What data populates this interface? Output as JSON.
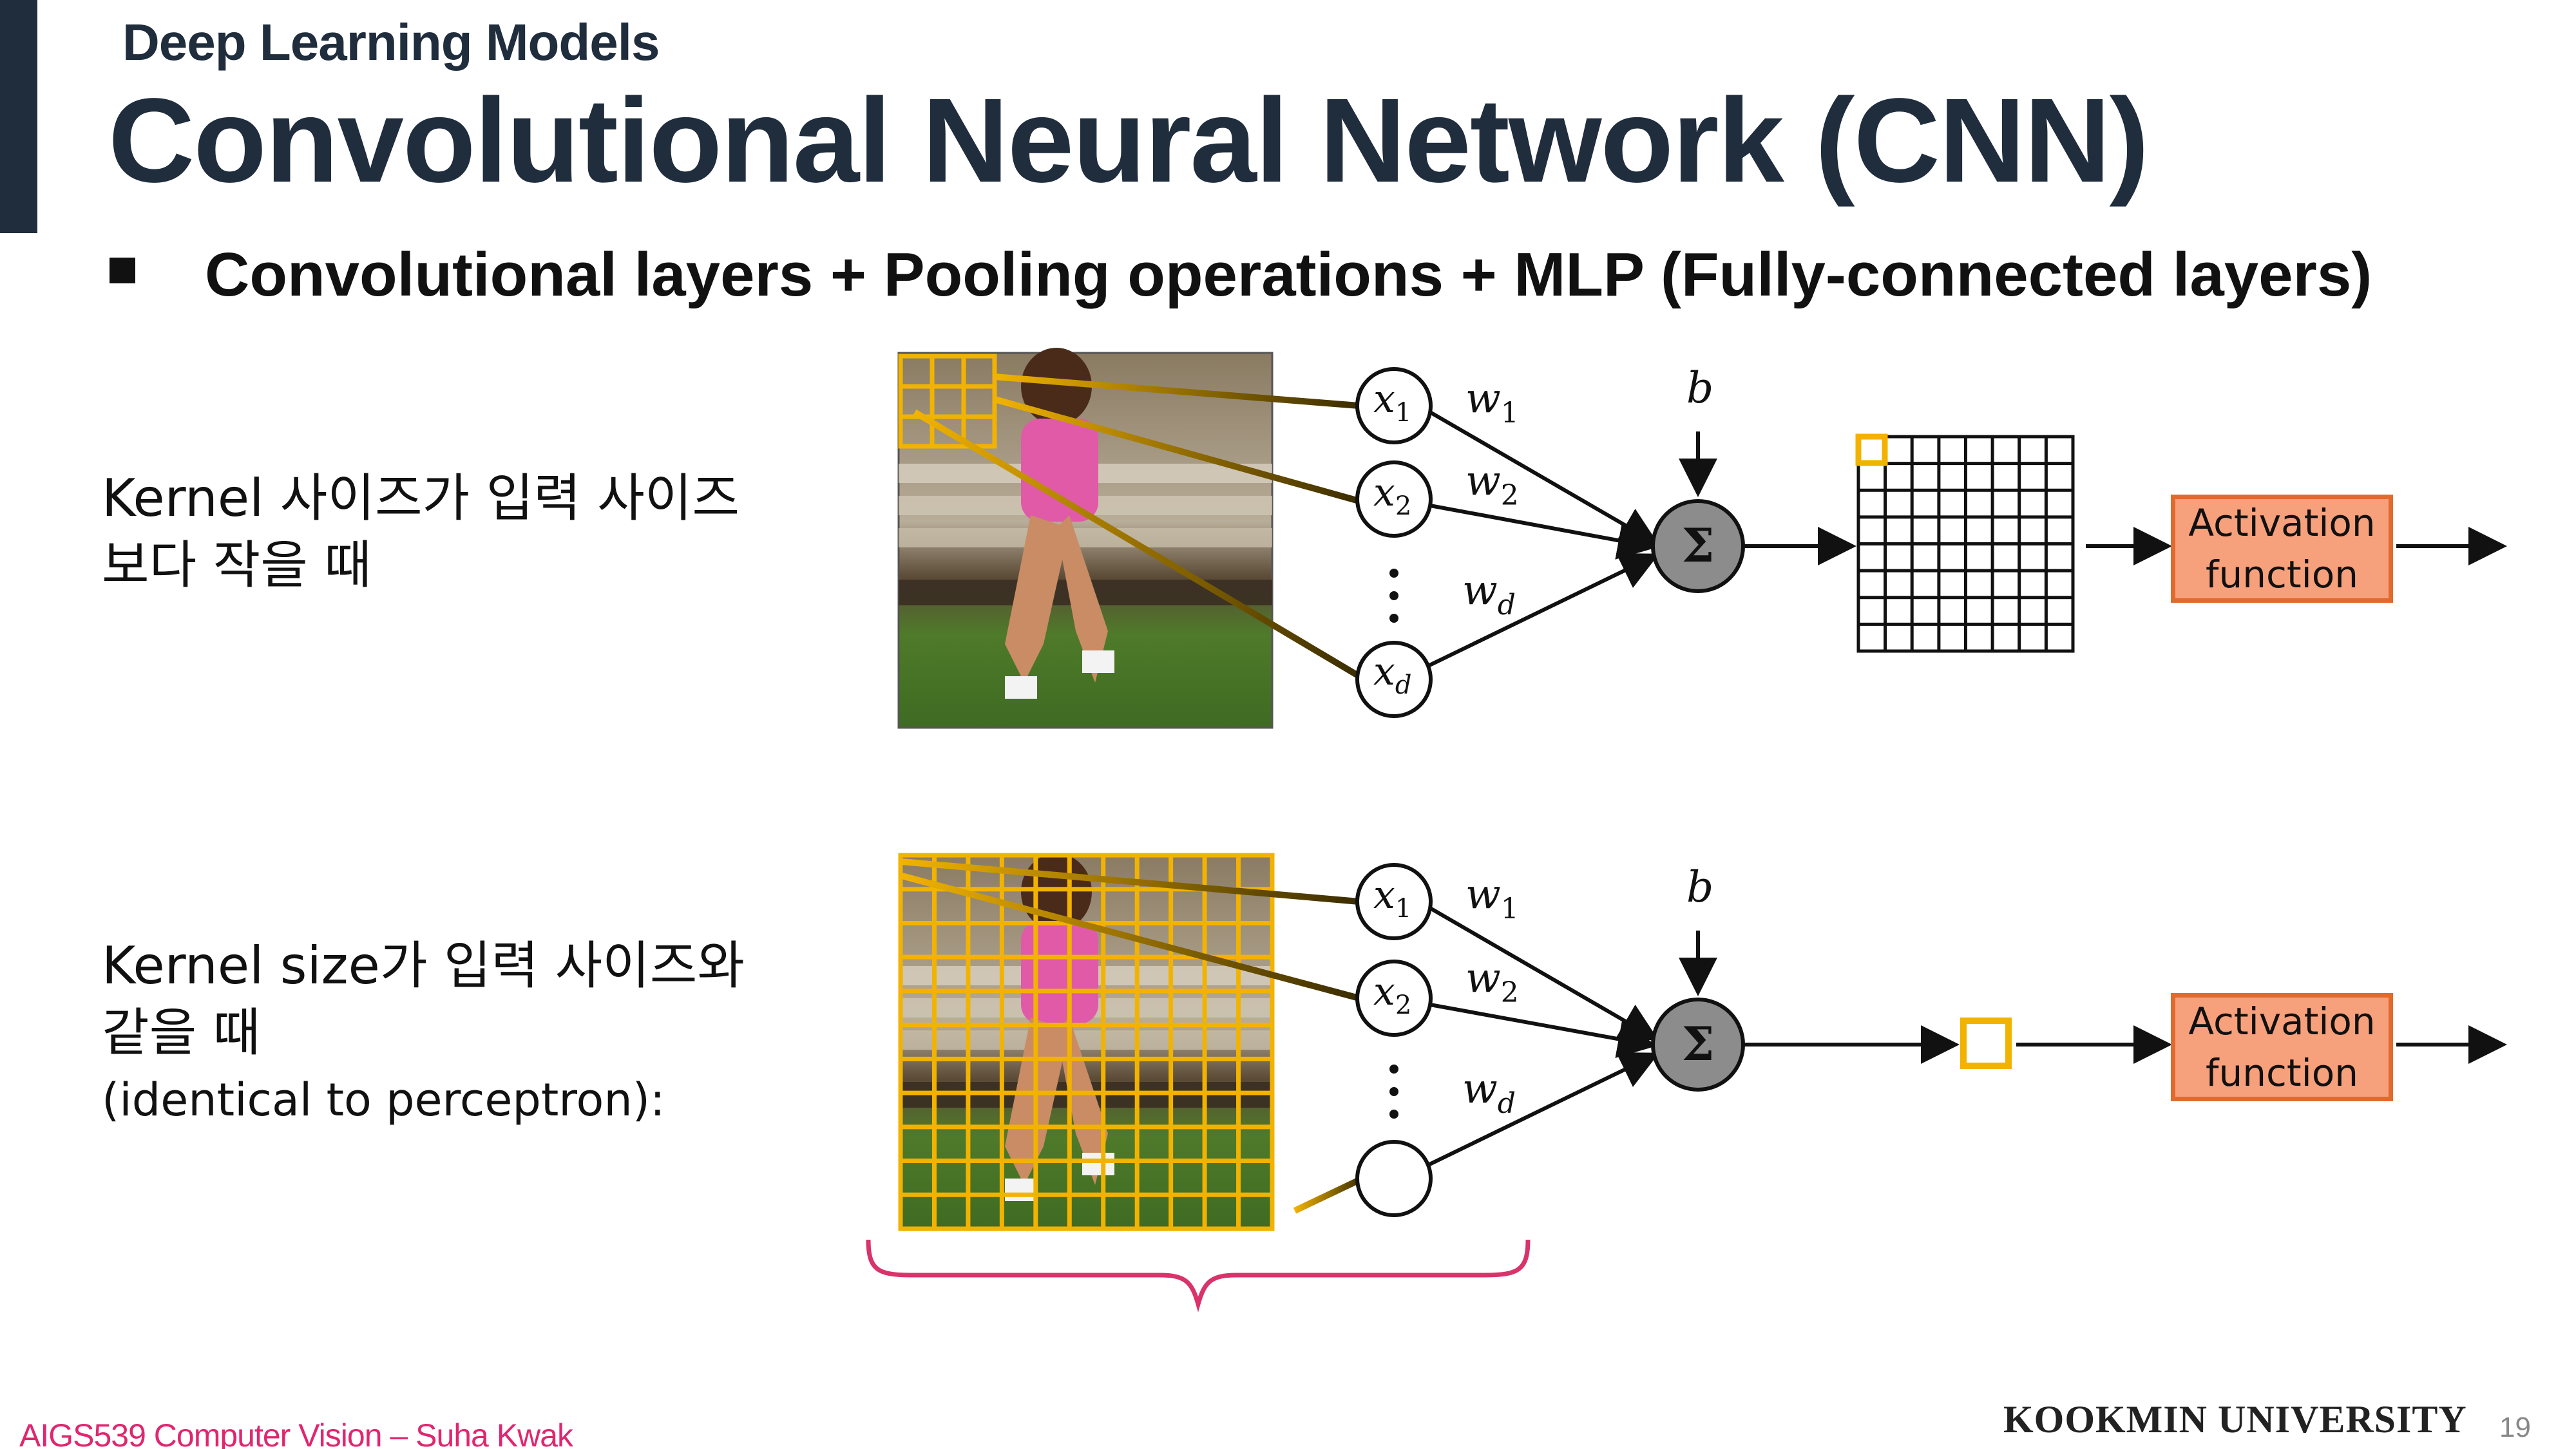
{
  "header": {
    "section": "Deep Learning Models",
    "title": "Convolutional Neural Network (CNN)",
    "bullet": "Convolutional layers + Pooling operations + MLP (Fully-connected layers)"
  },
  "rows": [
    {
      "description_line1": "Kernel 사이즈가 입력 사이즈",
      "description_line2": "보다 작을 때",
      "inputs": [
        "x",
        "x",
        "x"
      ],
      "input_subs": [
        "1",
        "2",
        "d"
      ],
      "weights": [
        "w",
        "w",
        "w"
      ],
      "weight_subs": [
        "1",
        "2",
        "d"
      ],
      "bias": "b",
      "sum_symbol": "Σ",
      "activation_line1": "Activation",
      "activation_line2": "function"
    },
    {
      "description_line1": "Kernel size가 입력 사이즈와",
      "description_line2": "같을 때",
      "description_line3": "(identical to perceptron):",
      "inputs": [
        "x",
        "x"
      ],
      "input_subs": [
        "1",
        "2"
      ],
      "weights": [
        "w",
        "w",
        "w"
      ],
      "weight_subs": [
        "1",
        "2",
        "d"
      ],
      "bias": "b",
      "sum_symbol": "Σ",
      "activation_line1": "Activation",
      "activation_line2": "function"
    }
  ],
  "colors": {
    "title": "#1f2d3d",
    "kernel_grid": "#f2b300",
    "sum_node": "#8c8c8c",
    "activation_fill": "#f7a07c",
    "activation_border": "#e26a2c",
    "brace": "#d8336b",
    "footer_course": "#e0266f"
  },
  "footer": {
    "course": "AIGS539 Computer Vision – Suha Kwak",
    "university": "KOOKMIN UNIVERSITY",
    "page": "19"
  }
}
